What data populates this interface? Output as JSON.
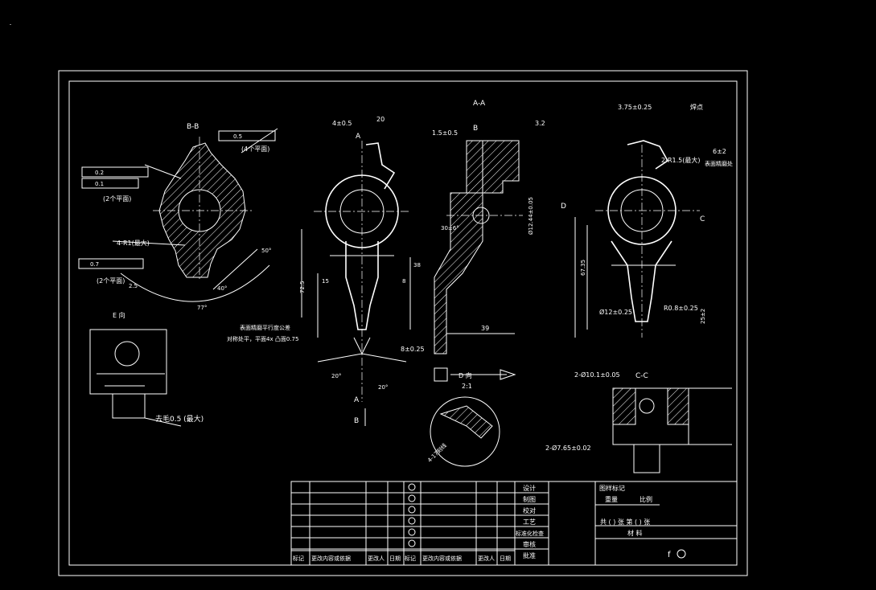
{
  "views": {
    "section_bb": "B-B",
    "section_aa": "A-A",
    "view_e": "E 向",
    "section_cc": "C-C",
    "view_d": "D 向",
    "view_d_scale": "2:1",
    "section_arrow_a": "A",
    "section_arrow_b": "B",
    "section_arrow_c": "C",
    "section_arrow_d": "D"
  },
  "dimensions": {
    "d_4_05": "4±0.5",
    "d_20": "20",
    "d_15_05": "1.5±0.5",
    "d_375": "3.75±0.25",
    "d_6_2": "6±2",
    "d_r15": "2-R1.5(最大)",
    "d_r1": "4-R1(最大)",
    "d_30": "30±6°",
    "d_ra": "3.2",
    "d_50": "50°",
    "d_40": "40°",
    "d_77": "77°",
    "d_20deg": "20°",
    "d_12": "Ø12±0.25",
    "d_r08": "R0.8±0.25",
    "d_25": "25±2",
    "d_phi2": "2-Ø10.1±0.05",
    "d_phi7": "2-Ø7.65±0.02",
    "d_39": "39",
    "d_8": "8±0.25",
    "d_673": "67.35",
    "d_725": "72.5",
    "d_124": "Ø12.44±0.05",
    "d_05max": "去毛0.5 (最大)",
    "d_4x17": "4-17刻线",
    "note_four_plane": "(4个平面)",
    "note_two_plane": "(2个平面)",
    "note_two_plane2": "(2个平面)",
    "note_mark": "焊点",
    "note_ring": "表面精磨处",
    "note_remark1": "表面精磨平行度公差",
    "note_remark2": "对称处平，平面4x 凸面0.75",
    "tol_05": "0.5",
    "tol_02": "0.2",
    "tol_01": "0.1",
    "tol_07": "0.7",
    "label_25": "2.5",
    "label_38": "38",
    "label_15": "15",
    "label_8": "8"
  },
  "title_block": {
    "row_labels": [
      "设计",
      "制图",
      "校对",
      "工艺",
      "标准化检查",
      "审核",
      "批准"
    ],
    "mark_label": "图样标记",
    "weight_label": "重量",
    "scale_label": "比例",
    "sheet_label": "共 ( ) 张  第 ( ) 张",
    "material_label": "材 料",
    "bottom_headers": [
      "标记",
      "更改内容或依据",
      "更改人",
      "日期",
      "标记",
      "更改内容或依据",
      "更改人",
      "日期"
    ],
    "sheet_symbol": "f"
  }
}
